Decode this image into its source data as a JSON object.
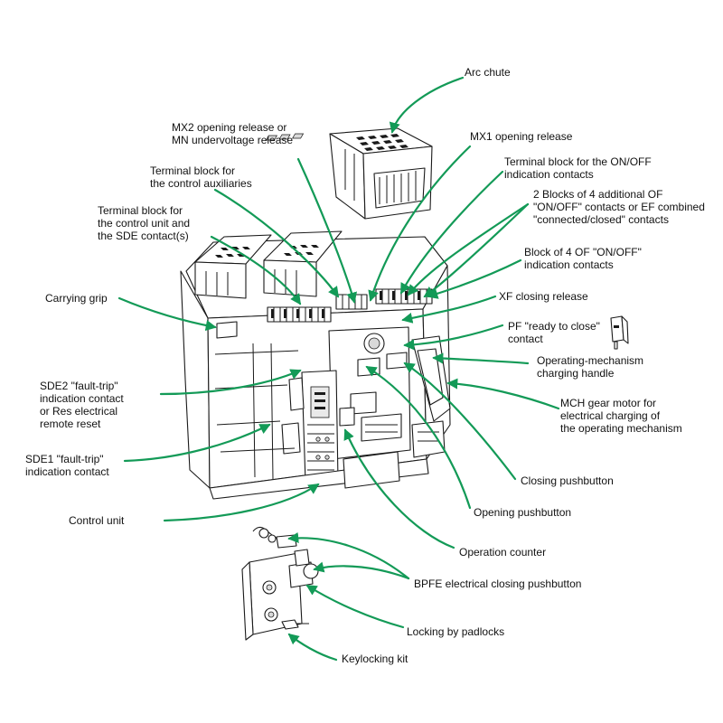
{
  "labels": {
    "arc_chute": "Arc chute",
    "mx2_release": "MX2 opening release or\nMN undervoltage release",
    "mx1_release": "MX1 opening release",
    "terminal_aux": "Terminal block for\nthe control auxiliaries",
    "terminal_onoff": "Terminal block for the ON/OFF\nindication contacts",
    "two_blocks_of": "2 Blocks of 4 additional OF\n\"ON/OFF\" contacts or EF combined\n\"connected/closed\" contacts",
    "terminal_control_unit": "Terminal block for\nthe control unit and\nthe SDE contact(s)",
    "block_of_4": "Block of 4 OF \"ON/OFF\"\nindication contacts",
    "carrying_grip": "Carrying grip",
    "xf_release": "XF closing release",
    "pf_contact": "PF \"ready to close\"\ncontact",
    "charging_handle": "Operating-mechanism\ncharging handle",
    "sde2_contact": "SDE2 \"fault-trip\"\nindication contact\nor Res electrical\nremote reset",
    "mch_motor": "MCH gear motor for\nelectrical charging of\nthe operating mechanism",
    "sde1_contact": "SDE1 \"fault-trip\"\nindication contact",
    "closing_pushbutton": "Closing pushbutton",
    "opening_pushbutton": "Opening pushbutton",
    "control_unit": "Control unit",
    "operation_counter": "Operation counter",
    "bpfe_pushbutton": "BPFE electrical closing pushbutton",
    "padlocks": "Locking by padlocks",
    "keylocking_kit": "Keylocking kit"
  },
  "colors": {
    "leader_lines": "#139a57",
    "text": "#111111",
    "drawing_ink": "#1a1a1a",
    "background": "#ffffff"
  }
}
